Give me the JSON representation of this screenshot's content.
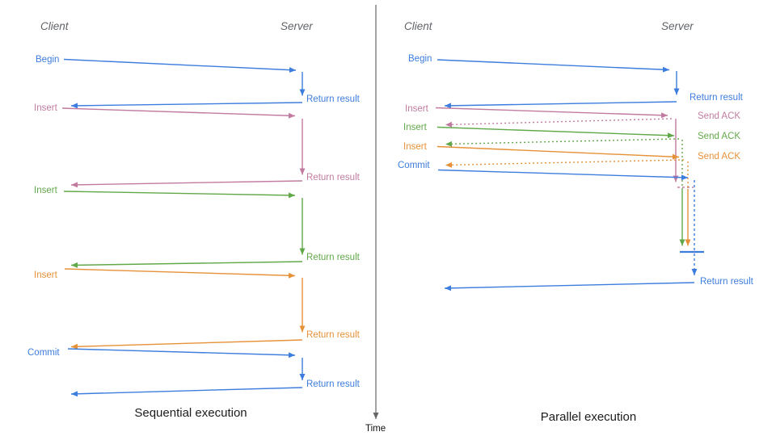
{
  "colors": {
    "blue": "#3d7ddd",
    "pink": "#c27ba0",
    "green": "#61a849",
    "orange": "#e69138",
    "axis_gray": "#666666",
    "header_gray": "#5f6368",
    "caption_black": "#1c1c1c"
  },
  "time_axis": {
    "label": "Time"
  },
  "sequential": {
    "caption": "Sequential execution",
    "client_header": "Client",
    "server_header": "Server",
    "steps": [
      {
        "label": "Begin",
        "color": "blue",
        "result_label": "Return result"
      },
      {
        "label": "Insert",
        "color": "pink",
        "result_label": "Return result"
      },
      {
        "label": "Insert",
        "color": "green",
        "result_label": "Return result"
      },
      {
        "label": "Insert",
        "color": "orange",
        "result_label": "Return result"
      },
      {
        "label": "Commit",
        "color": "blue",
        "result_label": "Return result"
      }
    ]
  },
  "parallel": {
    "caption": "Parallel execution",
    "client_header": "Client",
    "server_header": "Server",
    "steps": [
      {
        "label": "Begin",
        "color": "blue",
        "result_label": "Return result"
      },
      {
        "label": "Insert",
        "color": "pink",
        "ack_label": "Send ACK"
      },
      {
        "label": "Insert",
        "color": "green",
        "ack_label": "Send ACK"
      },
      {
        "label": "Insert",
        "color": "orange",
        "ack_label": "Send ACK"
      },
      {
        "label": "Commit",
        "color": "blue",
        "result_label": "Return result"
      }
    ]
  }
}
